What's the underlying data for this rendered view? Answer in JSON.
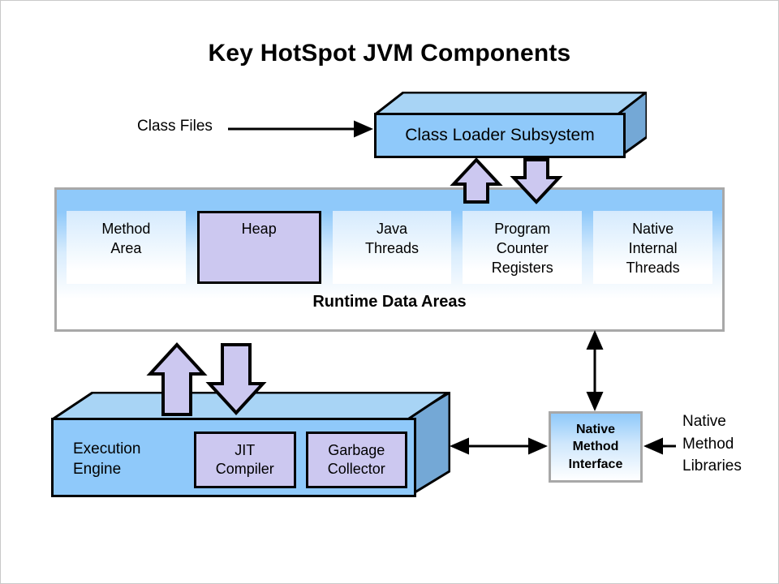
{
  "diagram": {
    "title": "Key HotSpot JVM Components",
    "class_files_label": "Class Files",
    "class_loader": {
      "label": "Class Loader Subsystem"
    },
    "runtime_data_areas": {
      "caption": "Runtime Data Areas",
      "boxes": [
        {
          "name": "method-area",
          "lines": [
            "Method",
            "Area"
          ],
          "highlight": false
        },
        {
          "name": "heap",
          "lines": [
            "Heap"
          ],
          "highlight": true
        },
        {
          "name": "java-threads",
          "lines": [
            "Java",
            "Threads"
          ],
          "highlight": false
        },
        {
          "name": "pc-registers",
          "lines": [
            "Program",
            "Counter",
            "Registers"
          ],
          "highlight": false
        },
        {
          "name": "native-internal-threads",
          "lines": [
            "Native",
            "Internal",
            "Threads"
          ],
          "highlight": false
        }
      ]
    },
    "execution_engine": {
      "lines": [
        "Execution",
        "Engine"
      ],
      "boxes": [
        {
          "name": "jit-compiler",
          "lines": [
            "JIT",
            "Compiler"
          ]
        },
        {
          "name": "garbage-collector",
          "lines": [
            "Garbage",
            "Collector"
          ]
        }
      ]
    },
    "native_method_interface": {
      "lines": [
        "Native",
        "Method",
        "Interface"
      ]
    },
    "native_method_libraries": {
      "lines": [
        "Native",
        "Method",
        "Libraries"
      ]
    }
  },
  "colors": {
    "box_front": "#8fc9fa",
    "box_top": "#a8d4f5",
    "box_side": "#74a8d6",
    "highlight_lavender": "#ccc8f0",
    "container_border": "#a8a8a8",
    "stroke": "#000000",
    "background": "#ffffff"
  }
}
